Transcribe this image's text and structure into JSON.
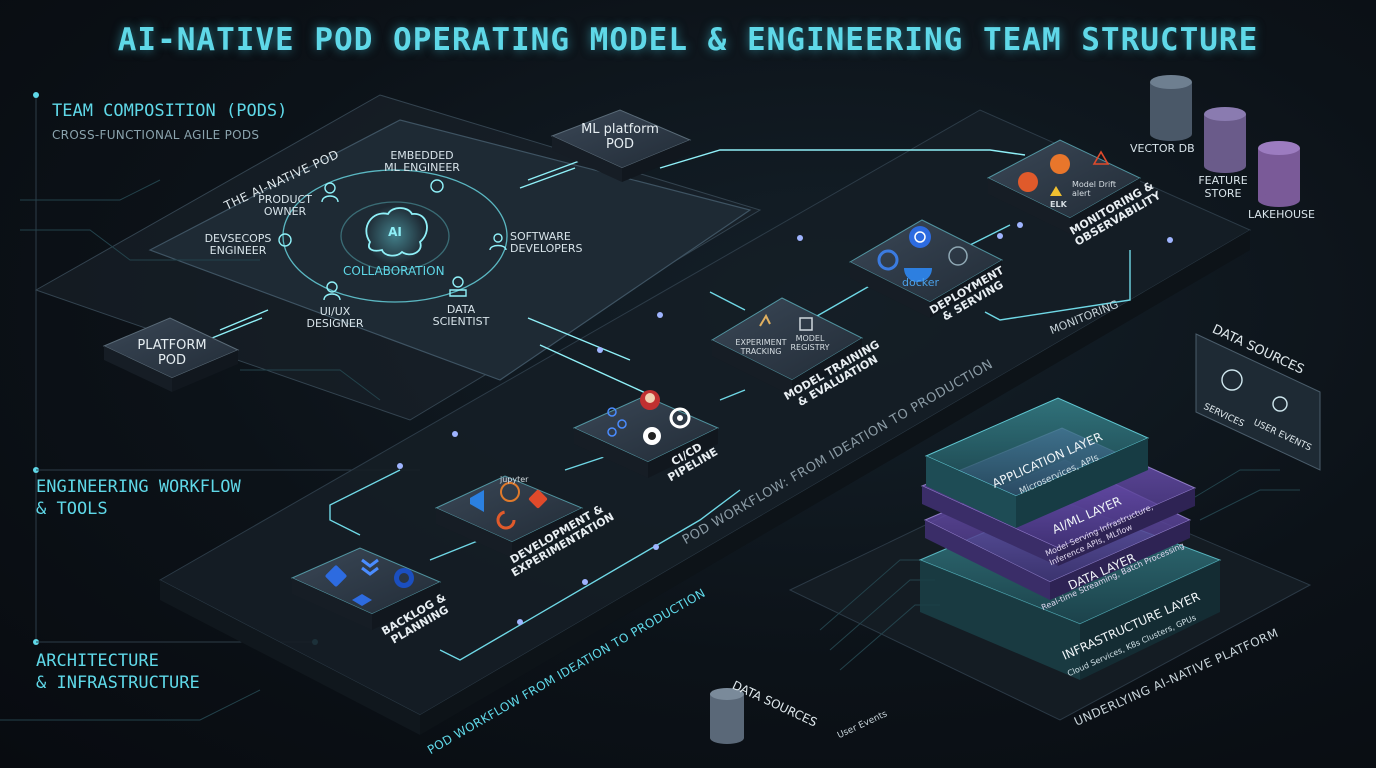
{
  "title": "AI-NATIVE POD OPERATING MODEL & ENGINEERING TEAM STRUCTURE",
  "sections": {
    "team": {
      "title": "TEAM COMPOSITION (PODS)",
      "subtitle": "CROSS-FUNCTIONAL AGILE PODS"
    },
    "workflow": {
      "line1": "ENGINEERING WORKFLOW",
      "line2": "& TOOLS"
    },
    "architecture": {
      "line1": "ARCHITECTURE",
      "line2": "& INFRASTRUCTURE"
    }
  },
  "pod": {
    "heading": "THE AI-NATIVE POD",
    "center": "AI",
    "collaboration": "COLLABORATION",
    "roles": {
      "embedded_ml_1": "EMBEDDED",
      "embedded_ml_2": "ML ENGINEER",
      "product_owner_1": "PRODUCT",
      "product_owner_2": "OWNER",
      "devsecops_1": "DEVSECOPS",
      "devsecops_2": "ENGINEER",
      "software_dev_1": "SOFTWARE",
      "software_dev_2": "DEVELOPERS",
      "uiux_1": "UI/UX",
      "uiux_2": "DESIGNER",
      "data_scientist_1": "DATA",
      "data_scientist_2": "SCIENTIST"
    }
  },
  "ml_platform_pod": {
    "line1": "ML platform",
    "line2": "POD"
  },
  "platform_pod": {
    "line1": "PLATFORM",
    "line2": "POD"
  },
  "workflow_steps": {
    "backlog": {
      "line1": "BACKLOG &",
      "line2": "PLANNING"
    },
    "development": {
      "line1": "DEVELOPMENT &",
      "line2": "EXPERIMENTATION",
      "tool": "jupyter"
    },
    "cicd": {
      "line1": "CI/CD",
      "line2": "PIPELINE"
    },
    "training": {
      "line1": "MODEL TRAINING",
      "line2": "& EVALUATION",
      "tool1": "EXPERIMENT TRACKING",
      "tool2": "MODEL REGISTRY"
    },
    "deployment": {
      "line1": "DEPLOYMENT",
      "line2": "& SERVING",
      "tool": "docker"
    },
    "monitoring": {
      "line1": "MONITORING &",
      "line2": "OBSERVABILITY",
      "tool1": "ELK",
      "tool2": "Model Drift alert"
    }
  },
  "flow_labels": {
    "main": "POD WORKFLOW: FROM IDEATION TO PRODUCTION",
    "bottom": "POD WORKFLOW FROM IDEATION TO PRODUCTION",
    "monitoring": "MONITORING"
  },
  "storage": {
    "vector_db": "VECTOR DB",
    "feature_store_1": "FEATURE",
    "feature_store_2": "STORE",
    "lakehouse": "LAKEHOUSE"
  },
  "data_sources_top": {
    "title": "DATA SOURCES",
    "item1": "SERVICES",
    "item2": "USER EVENTS"
  },
  "data_sources_bottom": {
    "title": "DATA SOURCES",
    "item": "User Events"
  },
  "layers": {
    "application": {
      "name": "APPLICATION LAYER",
      "desc": "Microservices, APIs"
    },
    "aiml": {
      "name": "AI/ML LAYER",
      "desc1": "Model Serving Infrastructure,",
      "desc2": "Inference APIs, MLflow"
    },
    "data": {
      "name": "DATA LAYER",
      "desc": "Real-time Streaming, Batch Processing"
    },
    "infra": {
      "name": "INFRASTRUCTURE LAYER",
      "desc": "Cloud Services, K8s Clusters, GPUs"
    }
  },
  "platform_label": "UNDERLYING AI-NATIVE PLATFORM",
  "colors": {
    "accent": "#5fd8e8",
    "purple": "#9b7be0",
    "tile": "#283442"
  }
}
